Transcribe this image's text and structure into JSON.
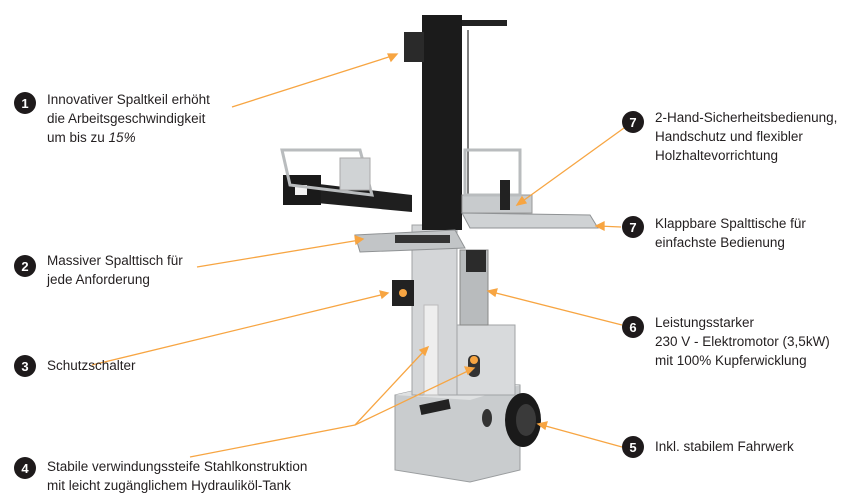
{
  "callouts": [
    {
      "number": "1",
      "lines": [
        "Innovativer Spaltkeil erhöht",
        "die Arbeitsgeschwindigkeit",
        "um bis zu"
      ],
      "italic": "15%"
    },
    {
      "number": "7",
      "lines": [
        "2-Hand-Sicherheitsbedienung,",
        "Handschutz und flexibler",
        "Holzhaltevorrichtung"
      ]
    },
    {
      "number": "7",
      "lines": [
        "Klappbare Spalttische für",
        "einfachste Bedienung"
      ]
    },
    {
      "number": "2",
      "lines": [
        "Massiver Spalttisch für",
        "jede Anforderung"
      ]
    },
    {
      "number": "6",
      "lines": [
        "Leistungsstarker",
        "230 V - Elektromotor (3,5kW)",
        "mit 100% Kupferwicklung"
      ]
    },
    {
      "number": "3",
      "lines": [
        "Schutzschalter"
      ]
    },
    {
      "number": "5",
      "lines": [
        "Inkl. stabilem Fahrwerk"
      ]
    },
    {
      "number": "4",
      "lines": [
        "Stabile verwindungssteife Stahlkonstruktion",
        "mit leicht zugänglichem Hydrauliköl-Tank"
      ]
    }
  ],
  "colors": {
    "accent": "#f7a542",
    "badge": "#1e1a1b",
    "machine_gray": "#c9ccce",
    "column_black": "#1b1b1b"
  }
}
